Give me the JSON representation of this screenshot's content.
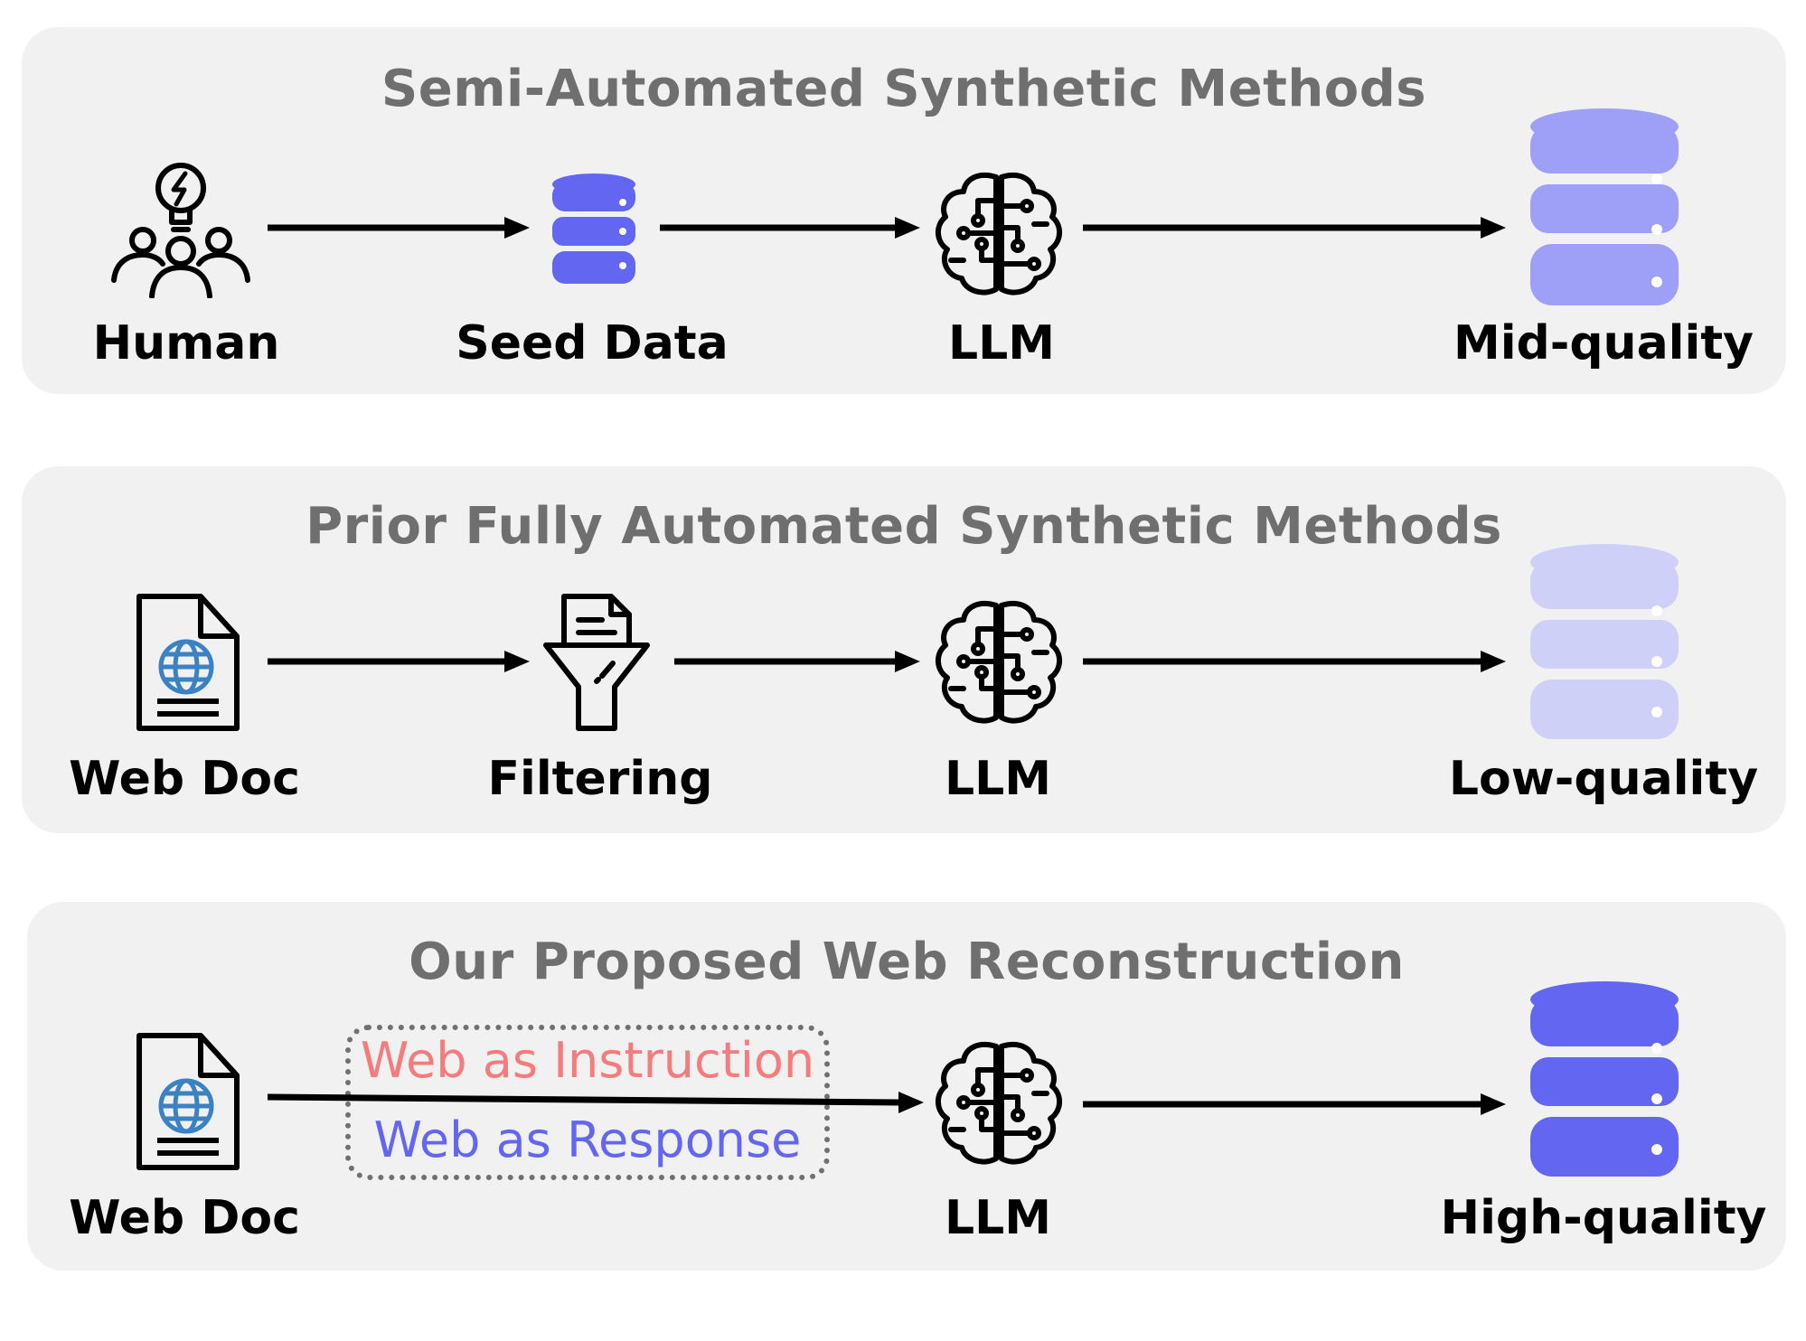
{
  "panels": [
    {
      "title": "Semi-Automated Synthetic Methods",
      "nodes": [
        "Human",
        "Seed Data",
        "LLM",
        "Mid-quality"
      ]
    },
    {
      "title": "Prior Fully Automated Synthetic Methods",
      "nodes": [
        "Web Doc",
        "Filtering",
        "LLM",
        "Low-quality"
      ]
    },
    {
      "title": "Our Proposed Web Reconstruction",
      "nodes": [
        "Web Doc",
        "LLM",
        "High-quality"
      ],
      "methods": [
        "Web as Instruction",
        "Web as Response"
      ]
    }
  ],
  "colors": {
    "panel_bg": "#f1f1f1",
    "title_text": "#6f6f6f",
    "db_seed": "#6366f1",
    "db_mid": "#9ea0f7",
    "db_low": "#cfd0f8",
    "db_high": "#6366f1",
    "web_instruction": "#f47c7c",
    "web_response": "#6366f1",
    "globe": "#3b82c4"
  },
  "icons": [
    "people-idea-icon",
    "database-icon",
    "brain-circuit-icon",
    "web-document-icon",
    "filter-funnel-icon"
  ]
}
